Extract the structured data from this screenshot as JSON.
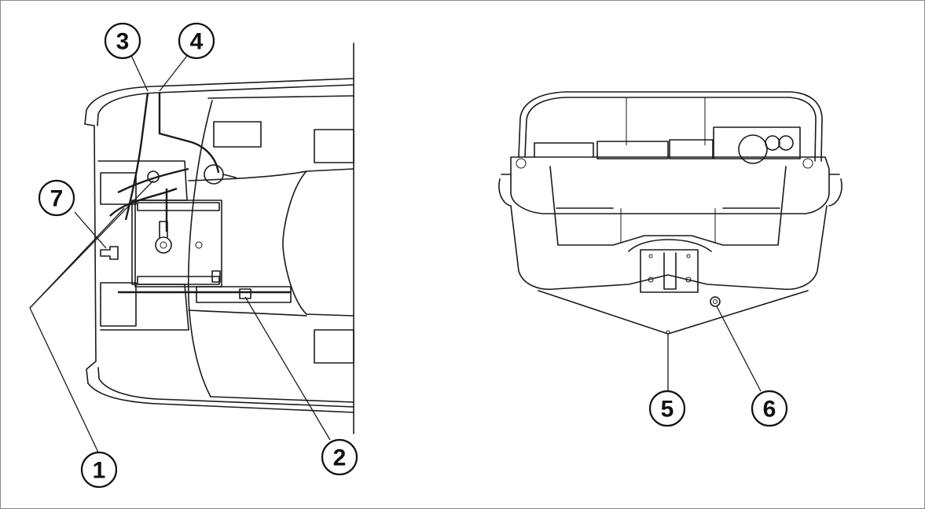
{
  "callouts": {
    "c1": "1",
    "c2": "2",
    "c3": "3",
    "c4": "4",
    "c5": "5",
    "c6": "6",
    "c7": "7"
  },
  "colors": {
    "line": "#1a1a1a",
    "frame": "#8a8a8a",
    "background": "#ffffff"
  }
}
